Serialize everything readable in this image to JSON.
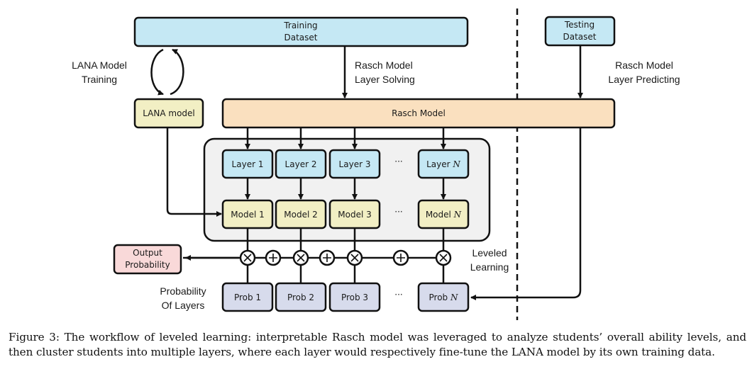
{
  "figure": {
    "boxes": {
      "training_dataset": [
        "Training",
        "Dataset"
      ],
      "testing_dataset": [
        "Testing",
        "Dataset"
      ],
      "lana_model": "LANA model",
      "rasch_model": "Rasch Model",
      "output_probability": [
        "Output",
        "Probability"
      ]
    },
    "labels": {
      "lana_training": [
        "LANA Model",
        "Training"
      ],
      "rasch_solving": [
        "Rasch Model",
        "Layer Solving"
      ],
      "rasch_predicting": [
        "Rasch Model",
        "Layer Predicting"
      ],
      "leveled_learning": [
        "Leveled",
        "Learning"
      ],
      "prob_of_layers": [
        "Probability",
        "Of Layers"
      ]
    },
    "layers": [
      "Layer 1",
      "Layer 2",
      "Layer 3",
      "Layer N"
    ],
    "models": [
      "Model 1",
      "Model 2",
      "Model 3",
      "Model N"
    ],
    "probs": [
      "Prob 1",
      "Prob 2",
      "Prob 3",
      "Prob N"
    ],
    "ellipsis": "···",
    "operators": {
      "multiply": "×",
      "add": "+"
    },
    "colors": {
      "dataset_fill": "#c5e8f4",
      "rasch_fill": "#fae0bf",
      "model_fill": "#f2efc4",
      "output_fill": "#f9d9d9",
      "prob_fill": "#d7dbec",
      "group_fill": "#f1f1f1",
      "stroke": "#111111"
    }
  },
  "caption": "Figure 3: The workflow of leveled learning: interpretable Rasch model was leveraged to analyze students’ overall ability levels, and then cluster students into multiple layers, where each layer would respectively fine-tune the LANA model by its own training data."
}
